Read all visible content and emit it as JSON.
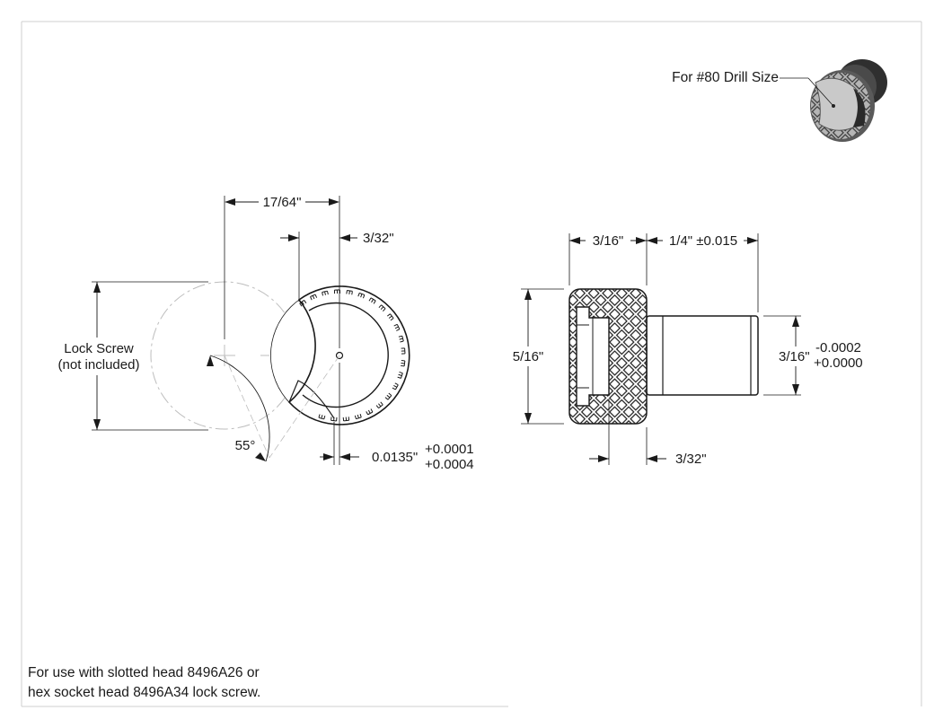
{
  "drill_note": "For #80 Drill Size",
  "front_view": {
    "width_label": "17/64\"",
    "offset_label": "3/32\"",
    "lock_screw_line1": "Lock Screw",
    "lock_screw_line2": "(not included)",
    "angle_label": "55°",
    "gap_label": "0.0135\"",
    "gap_tol_plus": "+0.0001",
    "gap_tol_minus": "+0.0004"
  },
  "side_view": {
    "head_length_label": "3/16\"",
    "shank_length_label": "1/4\" ±0.015",
    "head_diameter_label": "5/16\"",
    "shank_diameter_label": "3/16\"",
    "shank_tol_minus": "-0.0002",
    "shank_tol_plus": "+0.0000",
    "bottom_label": "3/32\""
  },
  "footnote": {
    "line1": "For use with slotted head 8496A26 or",
    "line2": "hex socket head 8496A34 lock screw."
  },
  "colors": {
    "line": "#1a1a1a",
    "phantom": "#bdbdbd",
    "border": "#cfcfcf",
    "render_dark": "#3a3a3a",
    "render_mid": "#9a9a9a",
    "render_light": "#d8d8d8"
  }
}
